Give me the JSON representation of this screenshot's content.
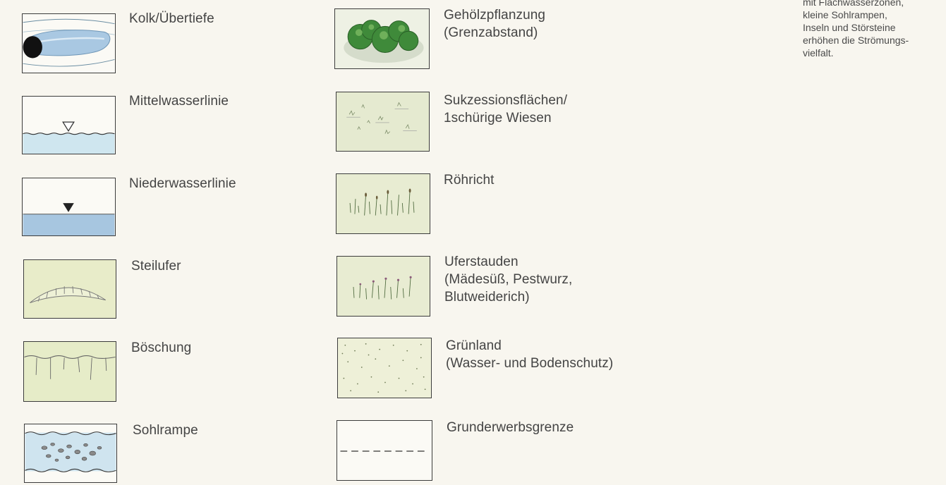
{
  "legend": {
    "col1": [
      {
        "label_lines": [
          "Kolk/Übertiefe"
        ],
        "icon": "kolk-uebertiefe-icon"
      },
      {
        "label_lines": [
          "Mittelwasserlinie"
        ],
        "icon": "mittelwasserlinie-icon"
      },
      {
        "label_lines": [
          "Niederwasserlinie"
        ],
        "icon": "niederwasserlinie-icon"
      },
      {
        "label_lines": [
          "Steilufer"
        ],
        "icon": "steilufer-icon"
      },
      {
        "label_lines": [
          "Böschung"
        ],
        "icon": "boeschung-icon"
      },
      {
        "label_lines": [
          "Sohlrampe"
        ],
        "icon": "sohlrampe-icon"
      }
    ],
    "col2": [
      {
        "label_lines": [
          "Gehölzpflanzung",
          "(Grenzabstand)"
        ],
        "icon": "gehoelzpflanzung-icon"
      },
      {
        "label_lines": [
          "Sukzessionsflächen/",
          "1schürige Wiesen"
        ],
        "icon": "sukzessionsflaechen-icon"
      },
      {
        "label_lines": [
          "Röhricht"
        ],
        "icon": "roehricht-icon"
      },
      {
        "label_lines": [
          "Uferstauden",
          "(Mädesüß, Pestwurz,",
          "Blutweiderich)"
        ],
        "icon": "uferstauden-icon"
      },
      {
        "label_lines": [
          "Grünland",
          "(Wasser- und Bodenschutz)"
        ],
        "icon": "gruenland-icon"
      },
      {
        "label_lines": [
          "Grunderwerbsgrenze"
        ],
        "icon": "grunderwerbsgrenze-icon"
      }
    ]
  },
  "note": {
    "lines": [
      "mit Flachwasserzonen,",
      "kleine Sohlrampen,",
      "Inseln und Störsteine",
      "erhöhen die Strömungs-",
      "vielfalt."
    ]
  },
  "colors": {
    "water": "#c9e3ef",
    "water_deep": "#a9c9e0",
    "vegetation": "#e6ebc8",
    "trees": "#3f8a3a",
    "frame": "#3c3c3c"
  }
}
